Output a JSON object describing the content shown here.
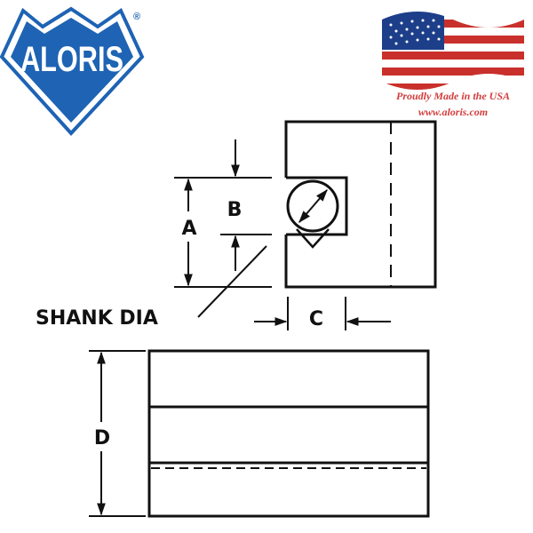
{
  "brand": {
    "name": "ALORIS",
    "registered_mark": "®",
    "logo_icon": "aloris-shield-logo",
    "logo_color": "#1e63b4"
  },
  "usa": {
    "flag_icon": "usa-flag-icon",
    "tagline": "Proudly Made in the USA",
    "website": "www.aloris.com",
    "text_color": "#d23c3c"
  },
  "diagram": {
    "labels": {
      "A": "A",
      "B": "B",
      "C": "C",
      "D": "D",
      "shank": "SHANK DIA"
    },
    "line_color": "#111111"
  }
}
